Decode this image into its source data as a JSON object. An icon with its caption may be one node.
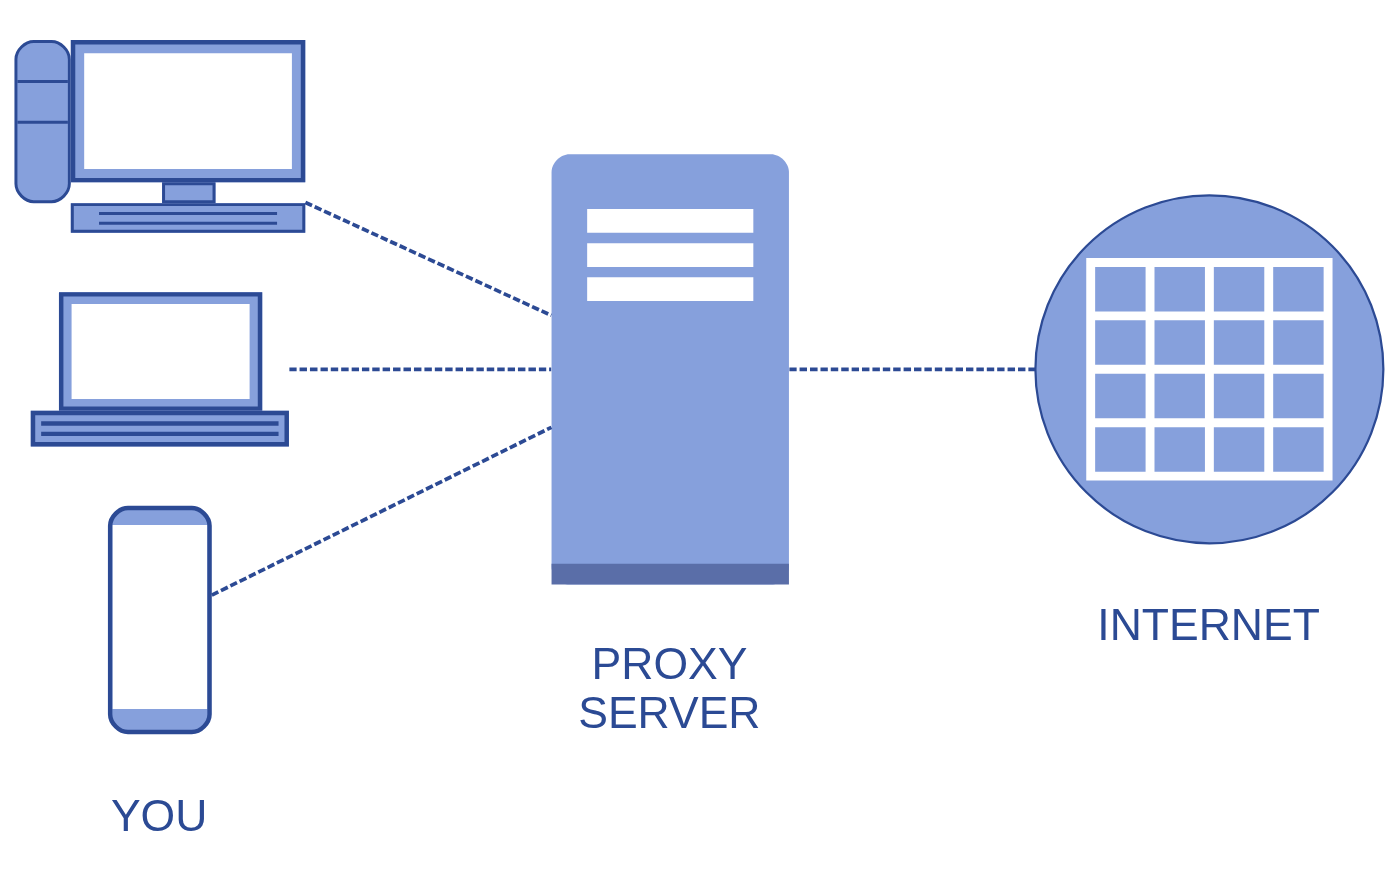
{
  "diagram": {
    "nodes": [
      {
        "text": [],
        "shape": "picture"
      },
      {
        "text": [],
        "shape": "picture"
      },
      {
        "text": [],
        "shape": "picture"
      },
      {
        "text": [],
        "shape": "picture",
        "beside": [
          "PROXY SERVER"
        ]
      },
      {
        "text": [],
        "shape": "picture",
        "beside": [
          "INTERNET"
        ]
      }
    ],
    "edges": [
      {
        "from": 0,
        "to": 3,
        "arrow": "none",
        "style": "dashed"
      },
      {
        "from": 1,
        "to": 3,
        "arrow": "none",
        "style": "dashed"
      },
      {
        "from": 2,
        "to": 3,
        "arrow": "none",
        "style": "dashed"
      },
      {
        "from": 3,
        "to": 4,
        "arrow": "none",
        "style": "dashed"
      }
    ],
    "labels": [
      "YOU"
    ]
  }
}
